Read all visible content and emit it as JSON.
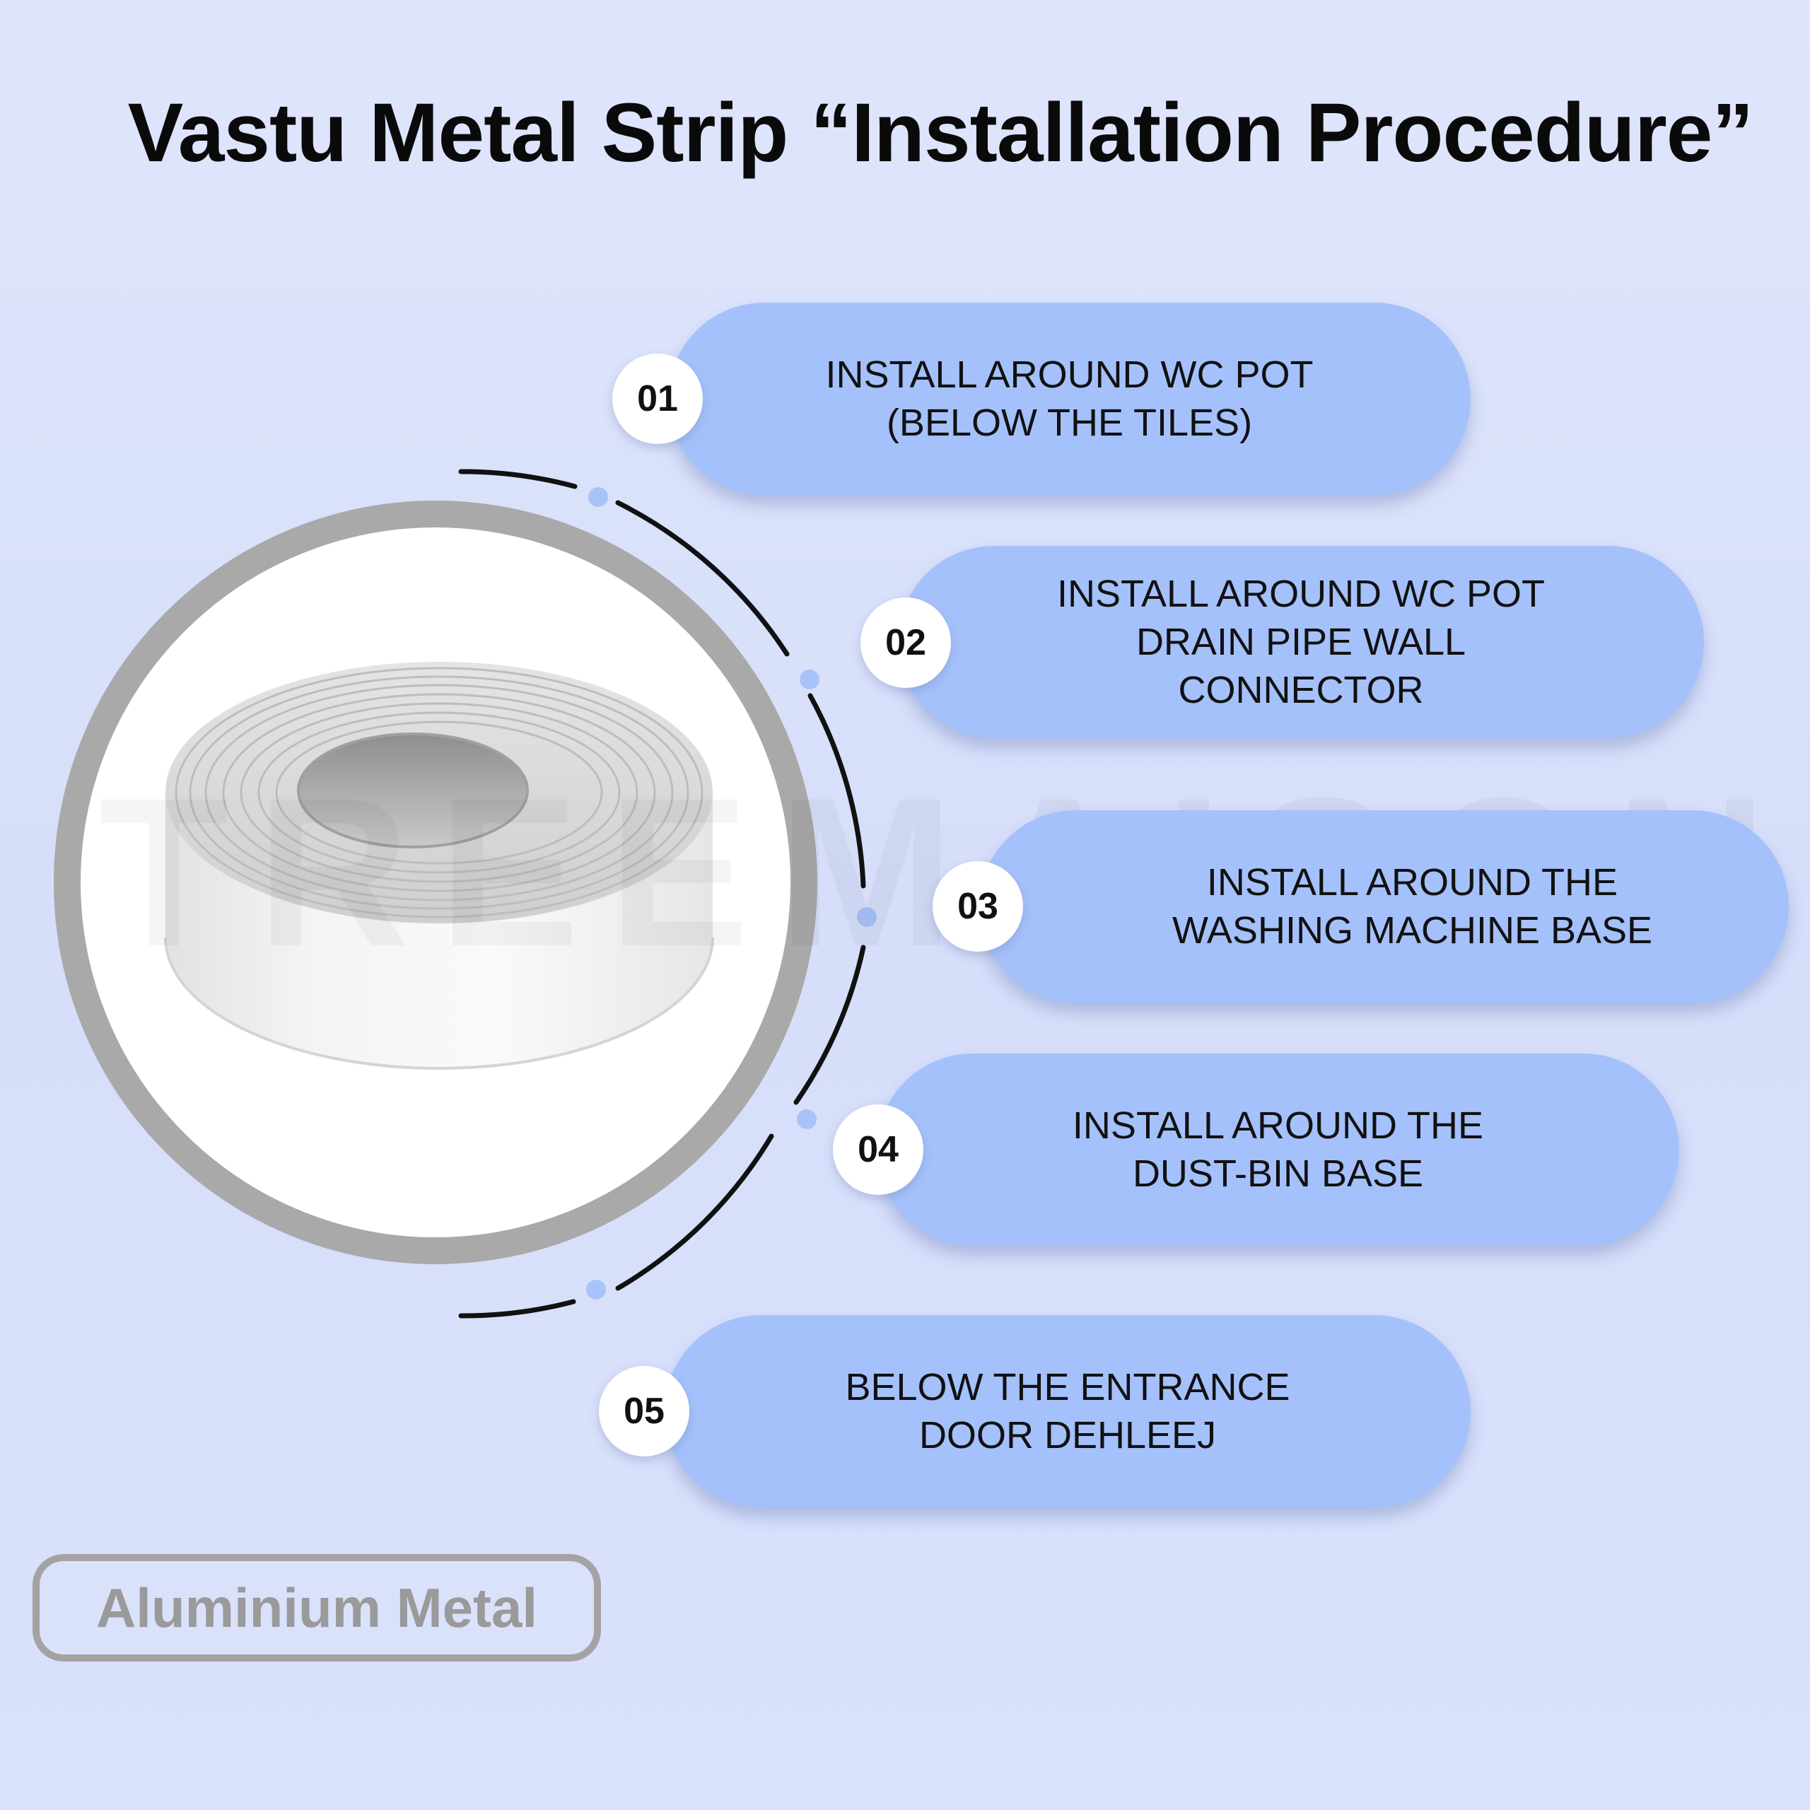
{
  "title": "Vastu Metal Strip “Installation Procedure”",
  "watermark": "TREEMAISON",
  "steps": [
    {
      "number": "01",
      "text": "INSTALL AROUND WC POT\n(BELOW THE TILES)"
    },
    {
      "number": "02",
      "text": "INSTALL AROUND WC POT\nDRAIN PIPE WALL\nCONNECTOR"
    },
    {
      "number": "03",
      "text": "INSTALL AROUND THE\nWASHING MACHINE BASE"
    },
    {
      "number": "04",
      "text": "INSTALL AROUND THE\nDUST-BIN BASE"
    },
    {
      "number": "05",
      "text": "BELOW THE ENTRANCE\nDOOR DEHLEEJ"
    }
  ],
  "material_badge": "Aluminium Metal",
  "colors": {
    "background": "#dbe2fb",
    "pill": "#a5c1fb",
    "ring": "#a9a9a9",
    "dot": "#a8c3f8",
    "arc": "#111111"
  },
  "icons": {
    "product": "aluminium-strip-roll"
  }
}
